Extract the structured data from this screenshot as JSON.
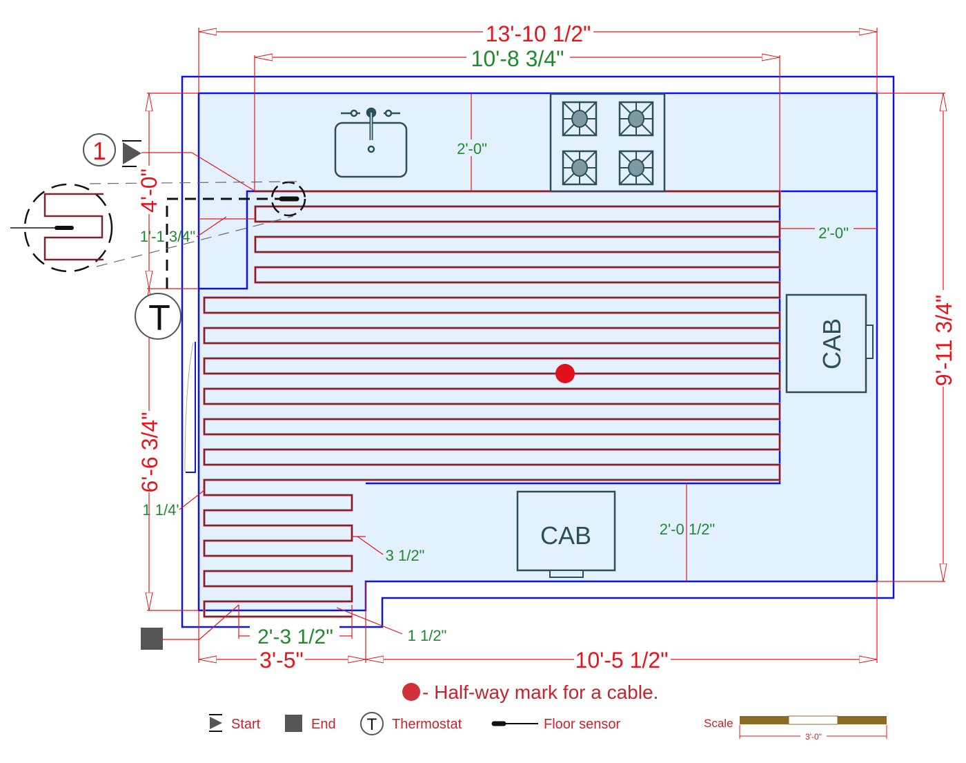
{
  "colors": {
    "wall": "#0a14e6",
    "floor_fill": "#e3f0fd",
    "cable": "#7a2430",
    "dimension_line": "#e8141b",
    "dimension_text_primary": "#e8141b",
    "dimension_text_secondary": "#1e8a2e",
    "fixture": "#2a4f5a",
    "burner_fill": "#7e99a3",
    "halfway_mark": "#e0101c",
    "legend_text": "#c8232c",
    "scale_bar": "#8b6a25",
    "symbol_dark": "#555555"
  },
  "dimensions": {
    "overall_width": "13'-10 1/2\"",
    "cable_area_width": "10'-8 3/4\"",
    "overall_height": "9'-11 3/4\"",
    "left_upper_height": "4'-0\"",
    "left_lower_height": "6'-6 3/4\"",
    "bottom_left_width": "3'-5\"",
    "bottom_right_width": "10'-5 1/2\"",
    "counter_top_depth": "2'-0\"",
    "counter_right_depth": "2'-0\"",
    "counter_bottom_depth": "2'-0 1/2\"",
    "sensor_offset": "1'-1 3/4\"",
    "lower_run_width": "2'-3 1/2\"",
    "left_gap": "1 1/4'",
    "right_gap": "3 1/2\"",
    "bottom_gap": "1 1/2\""
  },
  "fixtures": {
    "cabinet_right_label": "CAB",
    "cabinet_bottom_label": "CAB",
    "sink": "sink-icon",
    "cooktop_burners": 4
  },
  "markers": {
    "start_number": "1",
    "thermostat_letter": "T"
  },
  "cable": {
    "upper_rows": 20,
    "lower_rows": 8,
    "halfway_row": 12
  },
  "legend": {
    "halfway_note": "- Half-way mark for a cable.",
    "items": [
      {
        "icon": "start-icon",
        "label": "Start"
      },
      {
        "icon": "end-icon",
        "label": "End"
      },
      {
        "icon": "thermostat-icon",
        "label": "Thermostat",
        "letter": "T"
      },
      {
        "icon": "floor-sensor-icon",
        "label": "Floor sensor"
      }
    ],
    "scale_label": "Scale",
    "scale_length": "3'-0\""
  }
}
